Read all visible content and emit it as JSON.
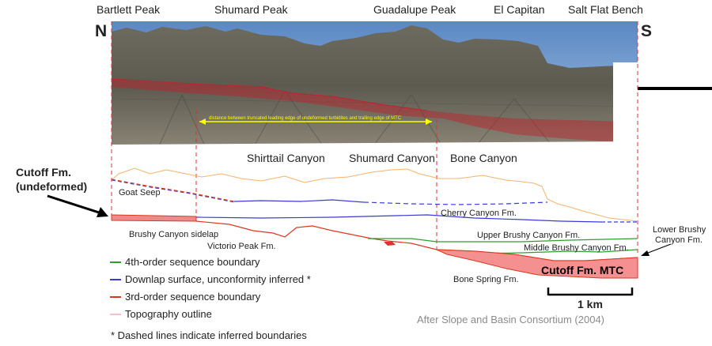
{
  "peaks": [
    "Bartlett Peak",
    "Shumard Peak",
    "Guadalupe Peak",
    "El Capitan",
    "Salt Flat Bench"
  ],
  "direction": {
    "north": "N",
    "south": "S"
  },
  "photo_annotation": "distance between truncated leading edge of undeformed turbidites and trailing edge of MTC",
  "canyons": [
    "Shirttail Canyon",
    "Shumard Canyon",
    "Bone Canyon"
  ],
  "callouts": {
    "cutoff_undeformed_line1": "Cutoff Fm.",
    "cutoff_undeformed_line2": "(undeformed)",
    "lower_brushy_line1": "Lower Brushy",
    "lower_brushy_line2": "Canyon Fm."
  },
  "units": {
    "goat_seep": "Goat Seep",
    "cherry_canyon": "Cherry Canyon Fm.",
    "brushy_sidelap": "Brushy Canyon sidelap",
    "victorio_peak": "Victorio Peak Fm.",
    "upper_brushy": "Upper Brushy Canyon Fm.",
    "middle_brushy": "Middle Brushy Canyon Fm.",
    "bone_spring": "Bone Spring Fm.",
    "cutoff_mtc": "Cutoff Fm. MTC"
  },
  "legend": [
    {
      "label": "4th-order sequence boundary",
      "color": "#2e9e2e"
    },
    {
      "label": "Downlap surface, unconformity inferred *",
      "color": "#3a3ad6"
    },
    {
      "label": "3rd-order sequence boundary",
      "color": "#d83a20"
    },
    {
      "label": "Topography outline",
      "color": "#f2c2c8"
    }
  ],
  "footnote": "* Dashed lines indicate inferred boundaries",
  "scale_label": "1 km",
  "citation": "After Slope and Basin Consortium (2004)"
}
